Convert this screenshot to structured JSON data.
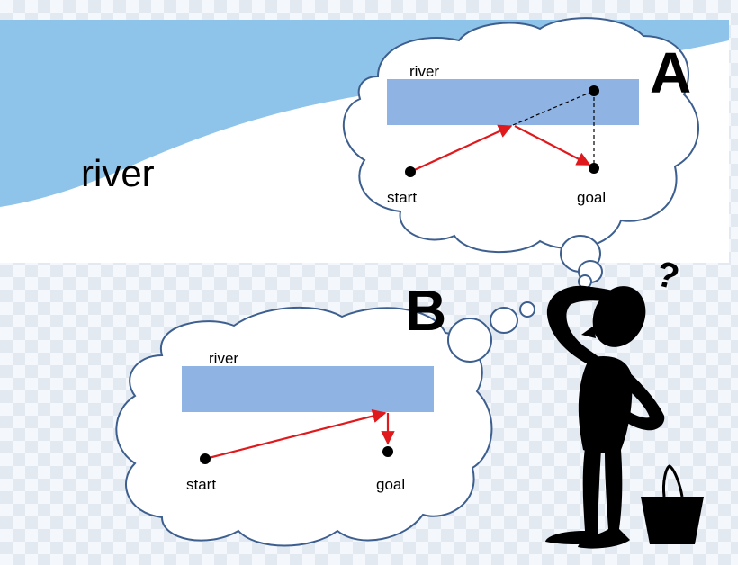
{
  "background_scene": {
    "river_label": "river",
    "colors": {
      "river": "#8ec3ea",
      "bank": "#ffffff"
    }
  },
  "thought_a": {
    "letter": "A",
    "river_label": "river",
    "start_label": "start",
    "goal_label": "goal"
  },
  "thought_b": {
    "letter": "B",
    "river_label": "river",
    "start_label": "start",
    "goal_label": "goal"
  },
  "thinker": {
    "question_mark": "?"
  },
  "colors": {
    "cloud_stroke": "#3d5f8f",
    "river_rect": "#8fb3e2",
    "path_arrow": "#e0191c",
    "silhouette": "#000000"
  }
}
